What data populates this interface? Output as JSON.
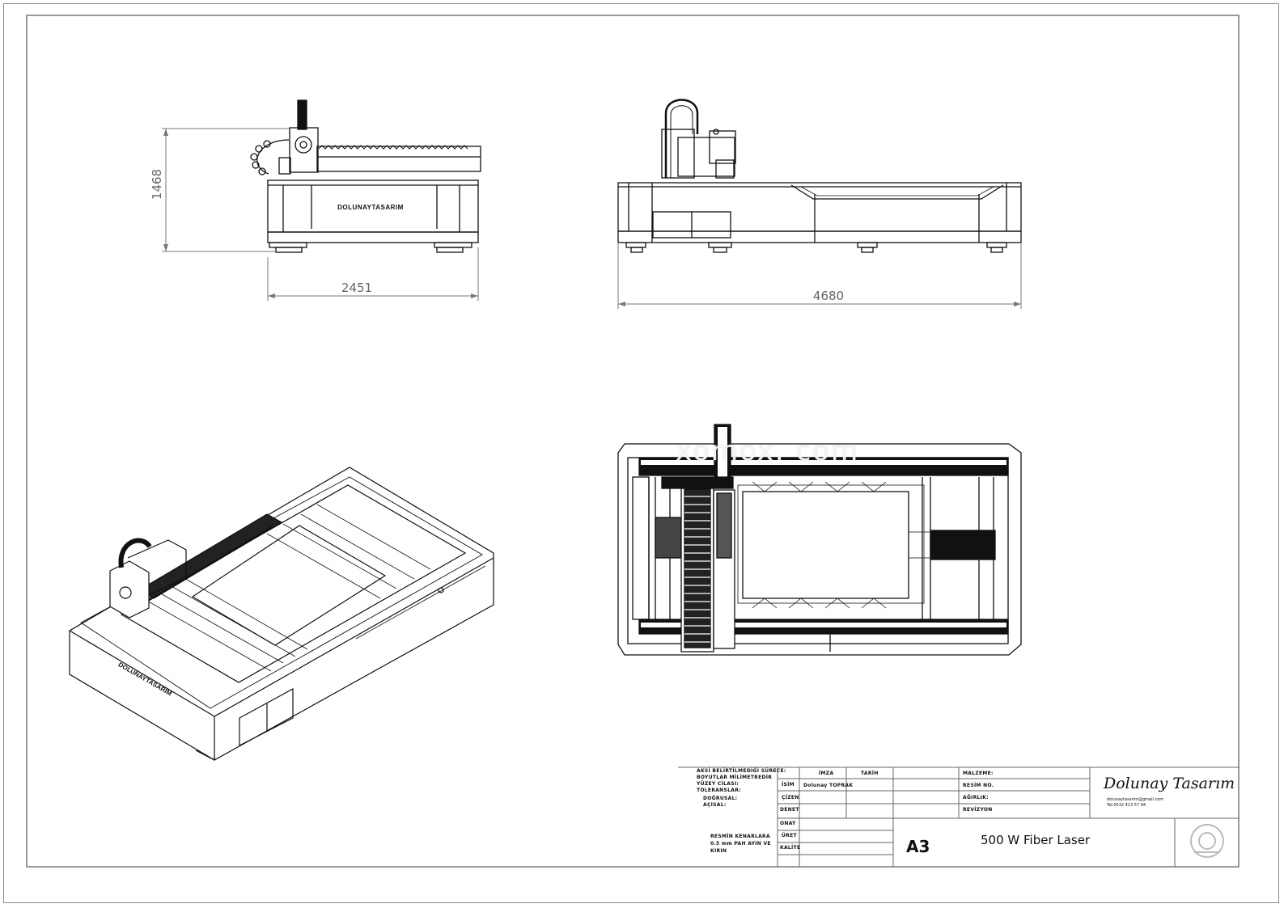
{
  "drawing": {
    "dimensions": {
      "side_height": "1468",
      "side_width": "2451",
      "front_length": "4680"
    },
    "brand_mark": "DOLUNAYTASARIM",
    "watermark": "xomox. com"
  },
  "title_block": {
    "notes": {
      "line1": "AKSİ BELİRTİLMEDİĞİ SÜRECE:",
      "line2": "BOYUTLAR MİLİMETREDİR",
      "line3": "YÜZEY CİLASI:",
      "line4": "TOLERANSLAR:",
      "line5": "DOĞRUSAL:",
      "line6": "AÇISAL:",
      "edge1": "RESMİN KENARLARA",
      "edge2": "0.5 mm PAH AYIN VE",
      "edge3": "KIRIN"
    },
    "headers": {
      "signature": "İMZA",
      "date": "TARİH"
    },
    "rows": {
      "name": "İSİM",
      "drawn": "ÇİZEN",
      "checked": "DENET",
      "approved": "ONAY",
      "manufacture": "ÜRET",
      "quality": "KALİTE"
    },
    "drawn_by": "Dolunay TOPRAK",
    "fields": {
      "material": "MALZEME:",
      "drawing_no": "RESİM NO.",
      "weight": "AĞIRLIK:",
      "revision": "REVİZYON"
    },
    "company": "Dolunay Tasarım",
    "email": "dolunaytasarim@gmail.com",
    "phone": "Tel:0532 413 57 94",
    "sheet_size": "A3",
    "product": "500 W Fiber Laser"
  }
}
